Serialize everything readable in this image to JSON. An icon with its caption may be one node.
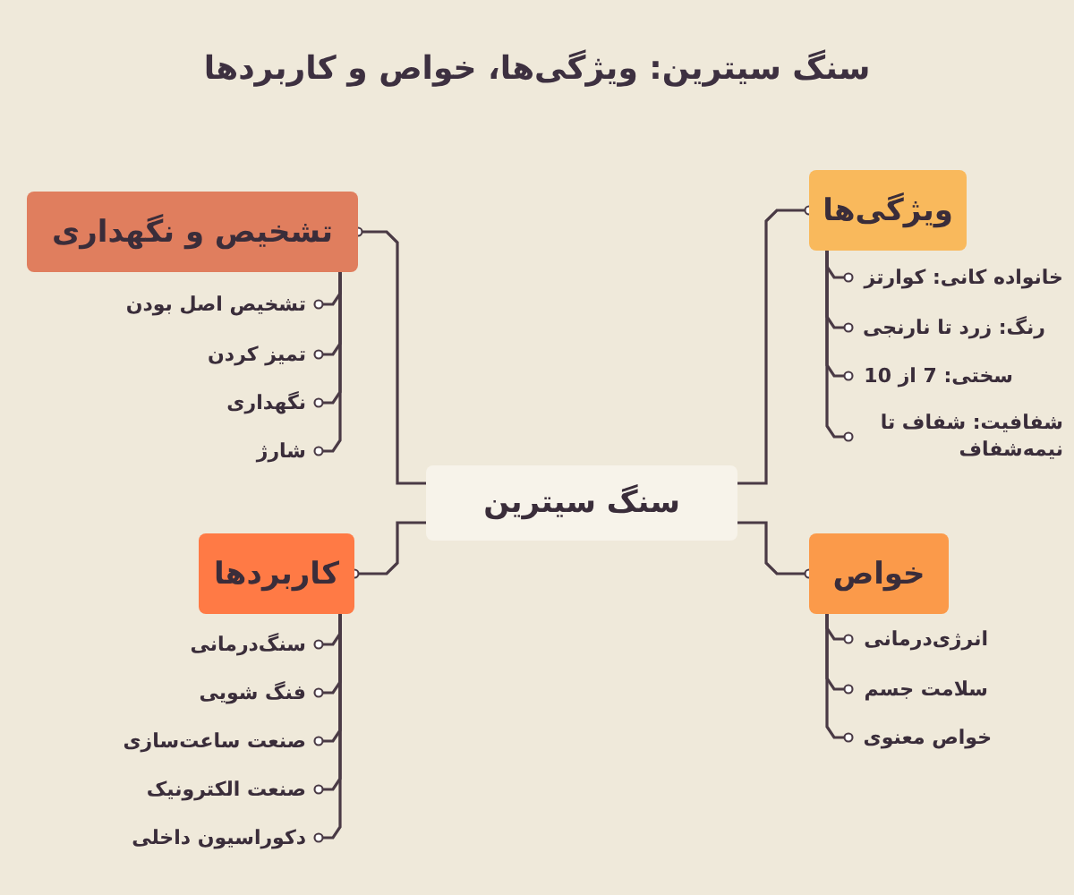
{
  "diagram": {
    "title": "سنگ سیترین: ویژگی‌ها، خواص و کاربردها",
    "nodes": [
      {
        "text": [
          "سنگ سیترین"
        ]
      },
      {
        "text": [
          "ویژگی‌ها"
        ]
      },
      {
        "text": [
          "خانواده کانی: کوارتز"
        ]
      },
      {
        "text": [
          "رنگ: زرد تا نارنجی"
        ]
      },
      {
        "text": [
          "سختی: 7 از 10"
        ]
      },
      {
        "text": [
          "شفافیت: شفاف تا نیمه‌شفاف"
        ]
      },
      {
        "text": [
          "خواص"
        ]
      },
      {
        "text": [
          "انرژی‌درمانی"
        ]
      },
      {
        "text": [
          "سلامت جسم"
        ]
      },
      {
        "text": [
          "خواص معنوی"
        ]
      },
      {
        "text": [
          "تشخیص و نگهداری"
        ]
      },
      {
        "text": [
          "تشخیص اصل بودن"
        ]
      },
      {
        "text": [
          "تمیز کردن"
        ]
      },
      {
        "text": [
          "نگهداری"
        ]
      },
      {
        "text": [
          "شارژ"
        ]
      },
      {
        "text": [
          "کاربردها"
        ]
      },
      {
        "text": [
          "سنگ‌درمانی"
        ]
      },
      {
        "text": [
          "فنگ شویی"
        ]
      },
      {
        "text": [
          "صنعت ساعت‌سازی"
        ]
      },
      {
        "text": [
          "صنعت الکترونیک"
        ]
      },
      {
        "text": [
          "دکوراسیون داخلی"
        ]
      }
    ],
    "edges": [
      {
        "from": 0,
        "to": 1,
        "arrow": "other"
      },
      {
        "from": 0,
        "to": 6,
        "arrow": "other"
      },
      {
        "from": 0,
        "to": 10,
        "arrow": "other"
      },
      {
        "from": 0,
        "to": 15,
        "arrow": "other"
      },
      {
        "from": 1,
        "to": 2,
        "arrow": "other"
      },
      {
        "from": 1,
        "to": 3,
        "arrow": "other"
      },
      {
        "from": 1,
        "to": 4,
        "arrow": "other"
      },
      {
        "from": 1,
        "to": 5,
        "arrow": "other"
      },
      {
        "from": 6,
        "to": 7,
        "arrow": "other"
      },
      {
        "from": 6,
        "to": 8,
        "arrow": "other"
      },
      {
        "from": 6,
        "to": 9,
        "arrow": "other"
      },
      {
        "from": 10,
        "to": 11,
        "arrow": "other"
      },
      {
        "from": 10,
        "to": 12,
        "arrow": "other"
      },
      {
        "from": 10,
        "to": 13,
        "arrow": "other"
      },
      {
        "from": 10,
        "to": 14,
        "arrow": "other"
      },
      {
        "from": 15,
        "to": 16,
        "arrow": "other"
      },
      {
        "from": 15,
        "to": 17,
        "arrow": "other"
      },
      {
        "from": 15,
        "to": 18,
        "arrow": "other"
      },
      {
        "from": 15,
        "to": 19,
        "arrow": "other"
      },
      {
        "from": 15,
        "to": 20,
        "arrow": "other"
      }
    ]
  }
}
